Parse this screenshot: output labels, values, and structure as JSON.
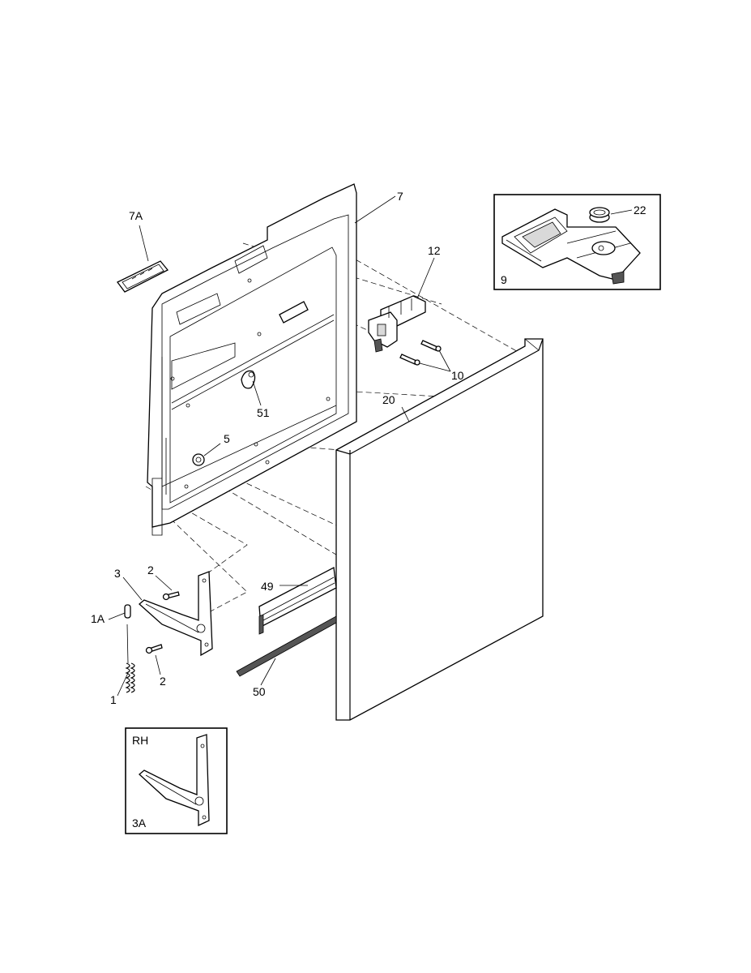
{
  "labels": {
    "p7A": "7A",
    "p7": "7",
    "p12": "12",
    "p10": "10",
    "p51": "51",
    "p20": "20",
    "p5": "5",
    "p3": "3",
    "p2a": "2",
    "p2b": "2",
    "p1A": "1A",
    "p1": "1",
    "p49": "49",
    "p50": "50",
    "p9": "9",
    "p22": "22",
    "rh": "RH",
    "p3A": "3A"
  }
}
